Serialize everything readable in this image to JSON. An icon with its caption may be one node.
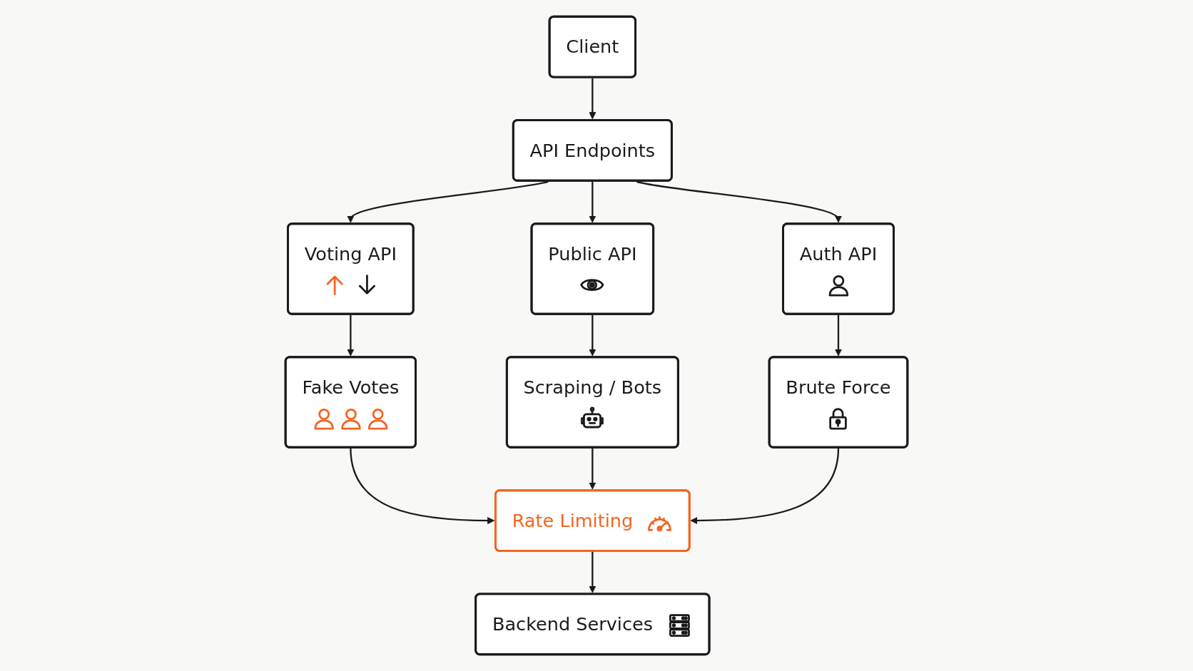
{
  "diagram": {
    "nodes": [
      {
        "text": [
          "Client"
        ]
      },
      {
        "text": [
          "API Endpoints"
        ]
      },
      {
        "text": [
          "Voting API"
        ]
      },
      {
        "text": [
          "Public API"
        ]
      },
      {
        "text": [
          "Auth API"
        ]
      },
      {
        "text": [
          "Fake Votes"
        ]
      },
      {
        "text": [
          "Scraping / Bots"
        ]
      },
      {
        "text": [
          "Brute Force"
        ]
      },
      {
        "text": [
          "Rate Limiting"
        ]
      },
      {
        "text": [
          "Backend Services"
        ]
      }
    ],
    "edges": [
      {
        "from": 0,
        "to": 1,
        "arrow": "to"
      },
      {
        "from": 1,
        "to": 2,
        "arrow": "to"
      },
      {
        "from": 1,
        "to": 3,
        "arrow": "to"
      },
      {
        "from": 1,
        "to": 4,
        "arrow": "to"
      },
      {
        "from": 2,
        "to": 5,
        "arrow": "to"
      },
      {
        "from": 3,
        "to": 6,
        "arrow": "to"
      },
      {
        "from": 4,
        "to": 7,
        "arrow": "to"
      },
      {
        "from": 5,
        "to": 8,
        "arrow": "to"
      },
      {
        "from": 6,
        "to": 8,
        "arrow": "to"
      },
      {
        "from": 7,
        "to": 8,
        "arrow": "to"
      },
      {
        "from": 8,
        "to": 9,
        "arrow": "to"
      }
    ]
  }
}
